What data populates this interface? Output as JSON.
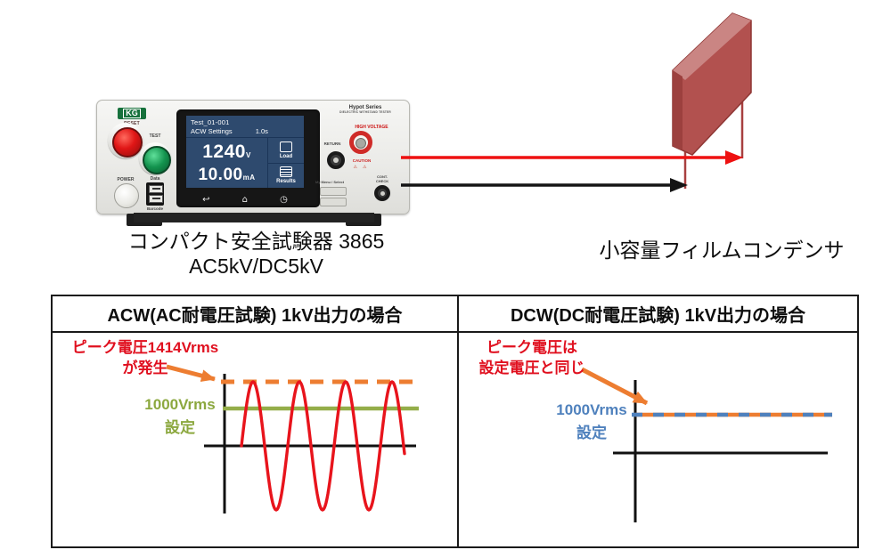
{
  "colors": {
    "annotation_red": "#e0101f",
    "signal_red": "#e8141c",
    "accent_orange": "#ed7d31",
    "accent_green": "#94ad49",
    "accent_blue": "#4f81bd",
    "wire_red": "#ee1111",
    "wire_black": "#141414",
    "capacitor_red": "#b2514f"
  },
  "device": {
    "brand": "KG",
    "series": "Hypot Series",
    "series_sub": "DIELECTRIC WITHSTAND TESTER",
    "buttons": {
      "reset": "RESET",
      "test": "TEST",
      "power": "POWER"
    },
    "ports": {
      "data": "Data",
      "barcode": "Barcode",
      "return": "RETURN",
      "high_voltage": "HIGH VOLTAGE",
      "caution": "CAUTION",
      "my_menu": "My Menu / Select",
      "cont_check_1": "CONT.",
      "cont_check_2": "CHECK"
    },
    "screen": {
      "test_name": "Test_01-001",
      "mode": "ACW Settings",
      "dwell_time": "1.0s",
      "voltage_value": "1240",
      "voltage_unit": "V",
      "current_value": "10.00",
      "current_unit": "mA",
      "soft_keys": [
        "Load",
        "Results"
      ],
      "nav_icons": [
        "↩",
        "⌂",
        "◷"
      ]
    }
  },
  "captions": {
    "device_name": "コンパクト安全試験器  3865",
    "device_rating": "AC5kV/DC5kV",
    "capacitor": "小容量フィルムコンデンサ"
  },
  "table": {
    "headers": [
      "ACW(AC耐電圧試験) 1kV出力の場合",
      "DCW(DC耐電圧試験) 1kV出力の場合"
    ]
  },
  "chart_data": [
    {
      "type": "line",
      "panel": "ACW",
      "title": "ACW(AC耐電圧試験) 1kV出力の場合",
      "waveform": "sine",
      "set_voltage_vrms": 1000,
      "peak_voltage_v": 1414,
      "cycles_shown": 3.52,
      "x_axis": "time (unlabeled schematic)",
      "y_axis": "voltage (unlabeled schematic)",
      "annotation_line1": "ピーク電圧1414Vrms",
      "annotation_line2": "が発生",
      "level_label_line1": "1000Vrms",
      "level_label_line2": "設定",
      "peak_line_style": "orange dashed",
      "set_line_style": "green solid"
    },
    {
      "type": "line",
      "panel": "DCW",
      "title": "DCW(DC耐電圧試験) 1kV出力の場合",
      "waveform": "dc-flat",
      "set_voltage_vrms": 1000,
      "peak_voltage_v": 1000,
      "x_axis": "time (unlabeled schematic)",
      "y_axis": "voltage (unlabeled schematic)",
      "annotation_line1": "ピーク電圧は",
      "annotation_line2": "設定電圧と同じ",
      "level_label_line1": "1000Vrms",
      "level_label_line2": "設定",
      "set_line_style": "orange solid with blue dashes"
    }
  ]
}
